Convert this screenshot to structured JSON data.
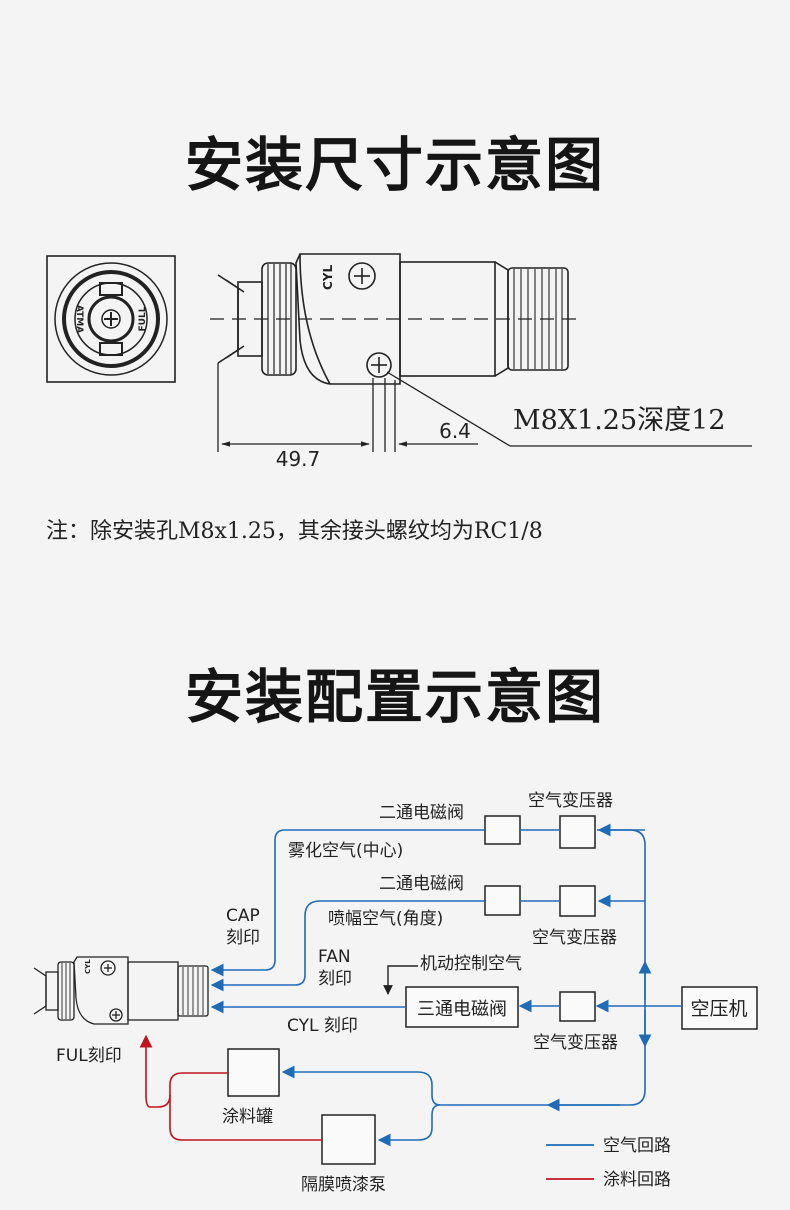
{
  "titles": {
    "dimensions": "安装尺寸示意图",
    "configuration": "安装配置示意图"
  },
  "dimension_drawing": {
    "width_dimension": "49.7",
    "offset_dimension": "6.4",
    "thread_callout": "M8X1.25深度12",
    "body_marking": "CYL",
    "end_face_markings": [
      "ATMA",
      "FULL"
    ]
  },
  "note": "注：除安装孔M8x1.25，其余接头螺纹均为RC1/8",
  "configuration": {
    "labels": {
      "valve_top": "二通电磁阀",
      "regulator_top": "空气变压器",
      "atomizing_air": "雾化空气(中心)",
      "valve_mid": "二通电磁阀",
      "fan_air": "喷幅空气(角度)",
      "regulator_mid": "空气变压器",
      "cap_mark": "CAP\n刻印",
      "fan_mark": "FAN\n刻印",
      "pilot_air": "机动控制空气",
      "three_way_valve": "三通电磁阀",
      "compressor": "空压机",
      "cyl_mark": "CYL 刻印",
      "regulator_bottom": "空气变压器",
      "ful_mark": "FUL刻印",
      "paint_tank": "涂料罐",
      "pump": "隔膜喷漆泵",
      "gun_marking": "CYL"
    },
    "legend": [
      {
        "label": "空气回路",
        "color": "#1e6bb8"
      },
      {
        "label": "涂料回路",
        "color": "#c0141c"
      }
    ]
  },
  "colors": {
    "air": "#1e6bb8",
    "paint": "#c0141c",
    "ink": "#222222"
  }
}
